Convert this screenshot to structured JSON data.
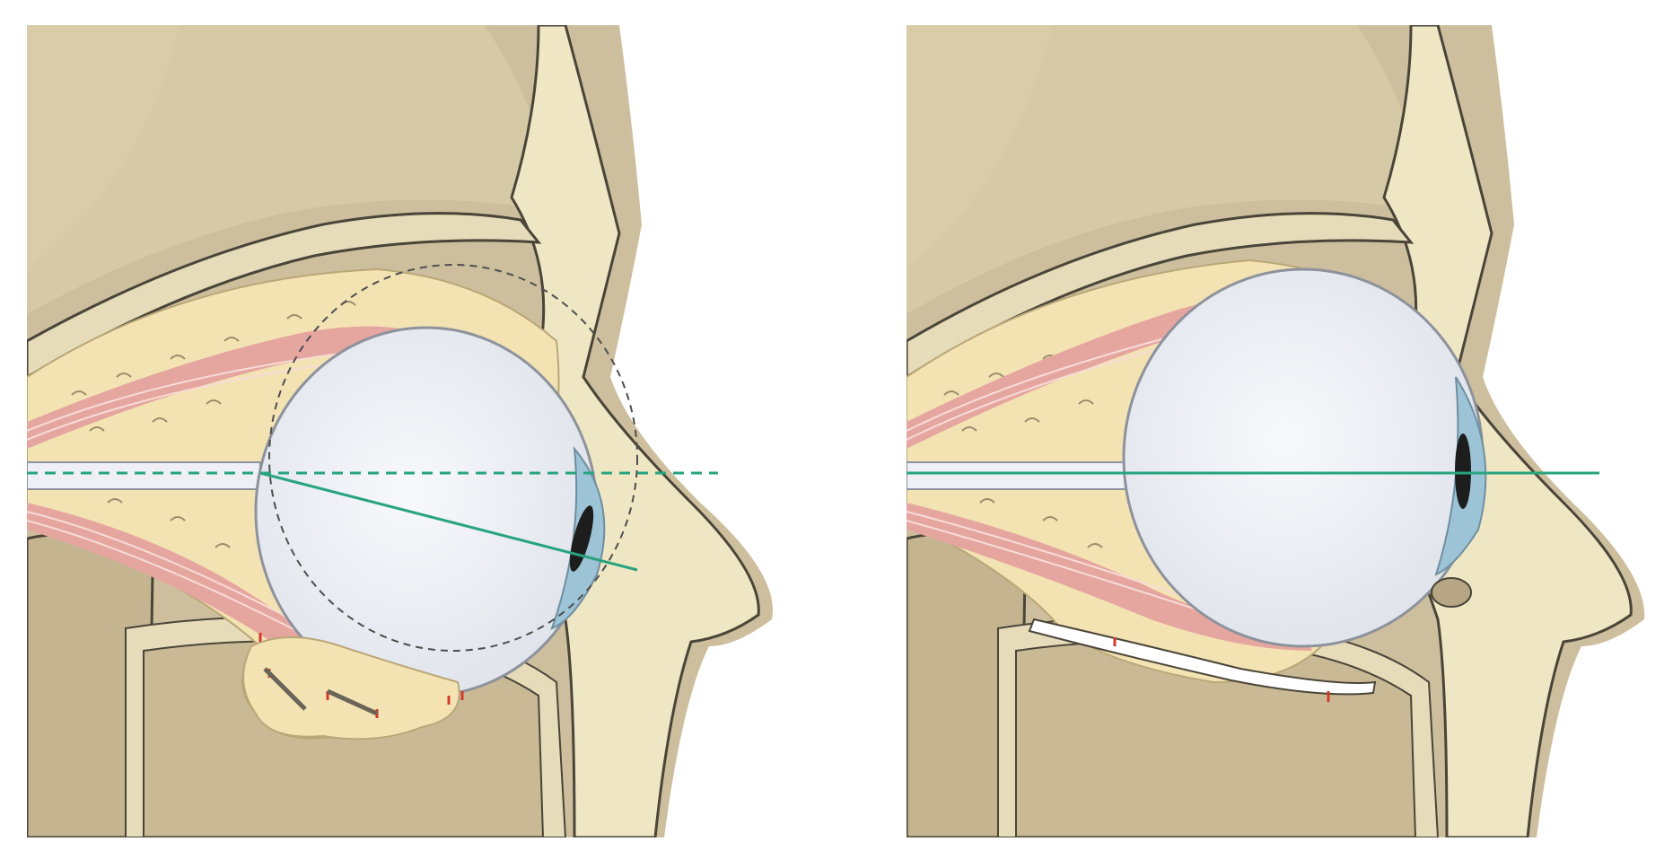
{
  "figure": {
    "panels": [
      {
        "id": "before",
        "state": "displaced-eye"
      },
      {
        "id": "after",
        "state": "corrected-eye"
      }
    ]
  },
  "colors": {
    "background": "#ffffff",
    "bone_dark": "#cdbf9d",
    "bone_shade": "#c4b48f",
    "bone_light": "#efe6c4",
    "bone_outline": "#4a4538",
    "fat": "#f3e3b3",
    "fat_squiggle": "#9b8d6b",
    "muscle": "#e6a6a0",
    "muscle_line": "#f7dcd6",
    "globe": "#eef0f5",
    "globe_outline": "#8d929c",
    "cornea": "#9cc3d6",
    "pupil": "#1d1d1d",
    "axis_line": "#27a47d",
    "dashed_outline": "#4e4e4e",
    "suture_mark": "#d23a2b",
    "implant": "#ffffff"
  }
}
